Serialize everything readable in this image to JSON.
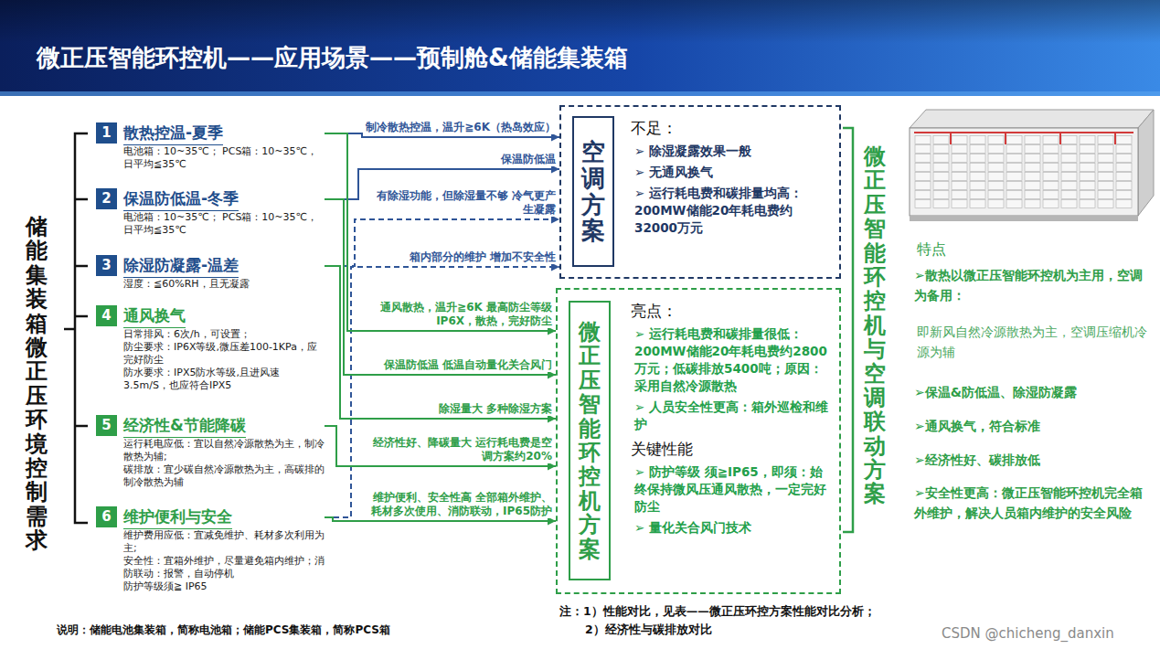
{
  "diagram": {
    "title": "微正压智能环控机——应用场景——预制舱&储能集装箱",
    "nodes": [
      {
        "text": [
          "1",
          "散热控温-夏季",
          "电池箱：10~35℃； PCS箱：10~35℃，日平均≦35℃"
        ]
      },
      {
        "text": [
          "2",
          "保温防低温-冬季",
          "电池箱：10~35℃； PCS箱：10~35℃，日平均≦35℃"
        ]
      },
      {
        "text": [
          "3",
          "除湿防凝露-温差",
          "湿度：≦60%RH，且无凝露"
        ]
      },
      {
        "text": [
          "4",
          "通风换气",
          "日常排风：6次/h，可设置；",
          "防尘要求：IP6X等级,微压差100-1KPa，应完好防尘",
          "防水要求：IPX5防水等级,且进风速3.5m/S，也应符合IPX5"
        ]
      },
      {
        "text": [
          "5",
          "经济性&节能降碳",
          "运行耗电应低：宜以自然冷源散热为主，制冷散热为辅;",
          "碳排放：宜少碳自然冷源散热为主，高碳排的制冷散热为辅"
        ]
      },
      {
        "text": [
          "6",
          "维护便利与安全",
          "维护费用应低：宜减免维护、耗材多次利用为主;",
          "安全性：宜箱外维护，尽量避免箱内维护；消防联动：报警，自动停机",
          "防护等级须≧ IP65"
        ]
      },
      {
        "text": [
          "不足：",
          "➢ 除湿凝露效果一般",
          "➢ 无通风换气",
          "➢ 运行耗电费和碳排量均高：200MW储能20年耗电费约32000万元"
        ]
      },
      {
        "text": [
          "空调方案"
        ],
        "in": 6
      },
      {
        "text": [
          "亮点：",
          "➢ 运行耗电费和碳排量很低：200MW储能20年耗电费约2800万元；低碳排放5400吨；原因：采用自然冷源散热",
          "➢ 人员安全性更高：箱外巡检和维护",
          "关键性能",
          "➢ 防护等级 须≧IP65，即须：始终保持微风压通风散热，一定完好防尘",
          "➢ 量化关合风门技术"
        ]
      },
      {
        "text": [
          "微正压智能环控机方案"
        ],
        "in": 8
      }
    ],
    "edges": [
      {
        "from": 0,
        "to": 6,
        "arrow": "to",
        "label": "制冷散热控温，温升≧6K（热岛效应）"
      },
      {
        "from": 1,
        "to": 6,
        "arrow": "to",
        "label": "保温防低温"
      },
      {
        "from": 2,
        "to": 6,
        "arrow": "to",
        "label": "有除湿功能，但除湿量不够 冷气更产生凝露"
      },
      {
        "from": 5,
        "to": 6,
        "arrow": "to",
        "label": "箱内部分的维护 增加不安全性"
      },
      {
        "from": 0,
        "to": 8,
        "arrow": "to",
        "label": "通风散热，温升≧6K 最高防尘等级IP6X，散热，完好防尘"
      },
      {
        "from": 1,
        "to": 8,
        "arrow": "to",
        "label": "保温防低温 低温自动量化关合风门"
      },
      {
        "from": 2,
        "to": 8,
        "arrow": "to",
        "label": "除湿量大 多种除湿方案"
      },
      {
        "from": 4,
        "to": 8,
        "arrow": "to",
        "label": "经济性好、降碳量大 运行耗电费是空调方案约20%"
      },
      {
        "from": 5,
        "to": 8,
        "arrow": "to",
        "label": "维护便利、安全性高 全部箱外维护、耗材多次使用、消防联动，IP65防护"
      }
    ],
    "labels": [
      "储能集装箱 微正压环境控制需求",
      "微正压智能环控机与空调 联动方案",
      "特点",
      "➢散热以微正压智能环控机为主用，空调为备用：",
      "即新风自然冷源散热为主，空调压缩机冷源为辅",
      "➢保温&防低温、除湿防凝露",
      "➢通风换气，符合标准",
      "➢经济性好、碳排放低",
      "➢安全性更高：微正压智能环控机完全箱外维护，解决人员箱内维护的安全风险",
      "注：1）性能对比，见表——微正压环控方案性能对比分析；",
      "2）经济性与碳排放对比",
      "说明：储能电池集装箱，简称电池箱；储能PCS集装箱，简称PCS箱",
      "CSDN @chicheng_danxin"
    ]
  }
}
